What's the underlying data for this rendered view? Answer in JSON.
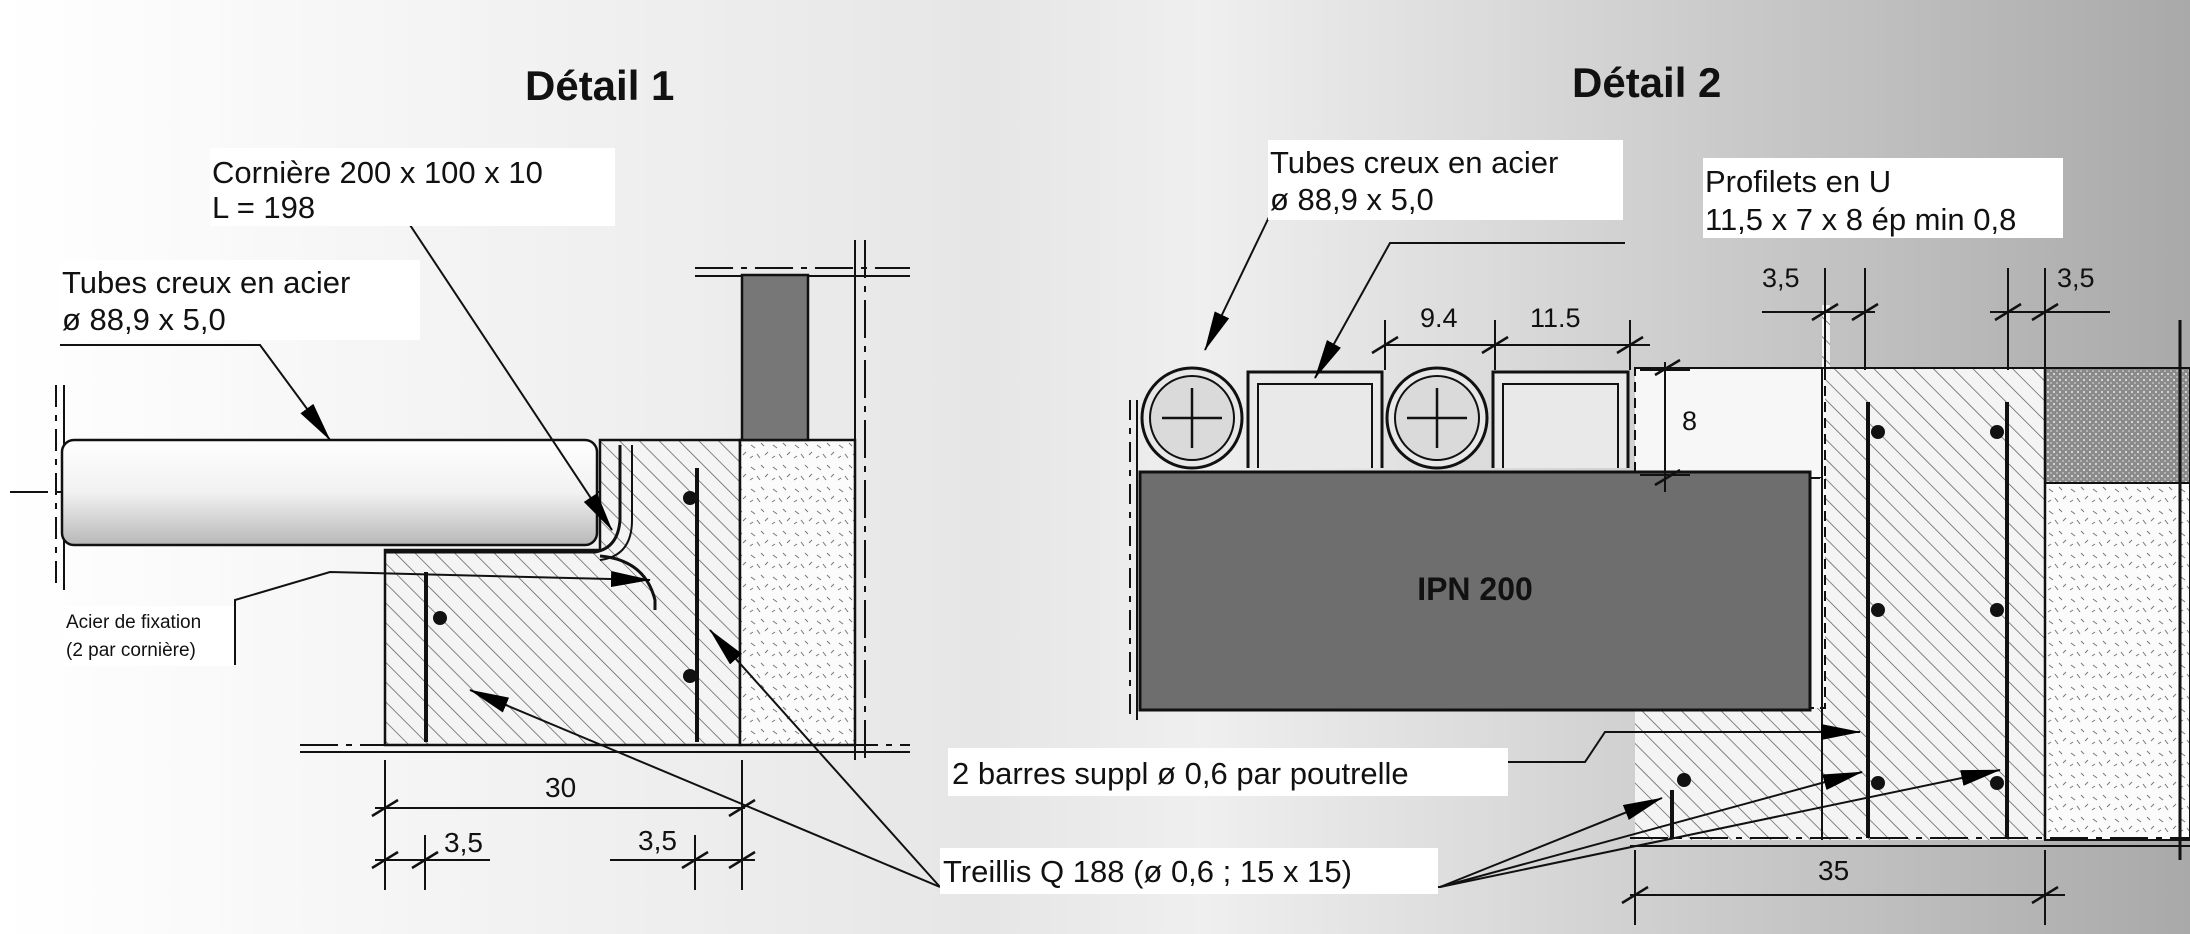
{
  "detail1": {
    "title": "Détail 1",
    "corniere_line1": "Cornière 200 x 100 x 10",
    "corniere_line2": "L = 198",
    "tube_line1": "Tubes creux en acier",
    "tube_line2": "ø 88,9 x 5,0",
    "fixing_line1": "Acier de fixation",
    "fixing_line2": "(2 par cornière)",
    "dim_total": "30",
    "dim_left": "3,5",
    "dim_right": "3,5"
  },
  "detail2": {
    "title": "Détail 2",
    "tube_line1": "Tubes creux en acier",
    "tube_line2": "ø 88,9 x 5,0",
    "profile_line1": "Profilets en U",
    "profile_line2": "11,5 x 7 x 8 ép min 0,8",
    "dim_94": "9.4",
    "dim_115": "11.5",
    "dim_8": "8",
    "dim_35_left": "3,5",
    "dim_35_right": "3,5",
    "beam_label": "IPN 200",
    "bars_label": "2 barres suppl ø 0,6 par poutrelle",
    "dim_bottom": "35"
  },
  "shared": {
    "mesh_label": "Treillis Q 188 (ø 0,6 ; 15 x 15)"
  },
  "colors": {
    "beam": "#6e6e6e",
    "post": "#777777",
    "line": "#111111"
  }
}
